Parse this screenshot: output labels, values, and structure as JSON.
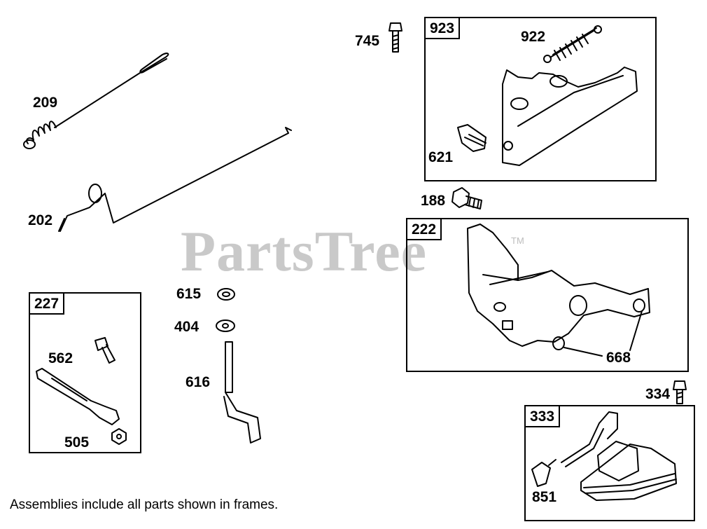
{
  "watermark": {
    "text": "PartsTree",
    "trademark": "TM"
  },
  "frames": [
    {
      "id": "923",
      "parts": [
        "922",
        "621"
      ]
    },
    {
      "id": "222",
      "parts": [
        "668"
      ]
    },
    {
      "id": "227",
      "parts": [
        "562",
        "505"
      ]
    },
    {
      "id": "333",
      "parts": [
        "851"
      ]
    }
  ],
  "labels": {
    "p209": "209",
    "p202": "202",
    "p745": "745",
    "p922": "922",
    "p621": "621",
    "p188": "188",
    "p615": "615",
    "p404": "404",
    "p616": "616",
    "p562": "562",
    "p505": "505",
    "p668": "668",
    "p334": "334",
    "p851": "851",
    "f923": "923",
    "f222": "222",
    "f227": "227",
    "f333": "333"
  },
  "footnote": "Assemblies include all parts shown in frames."
}
